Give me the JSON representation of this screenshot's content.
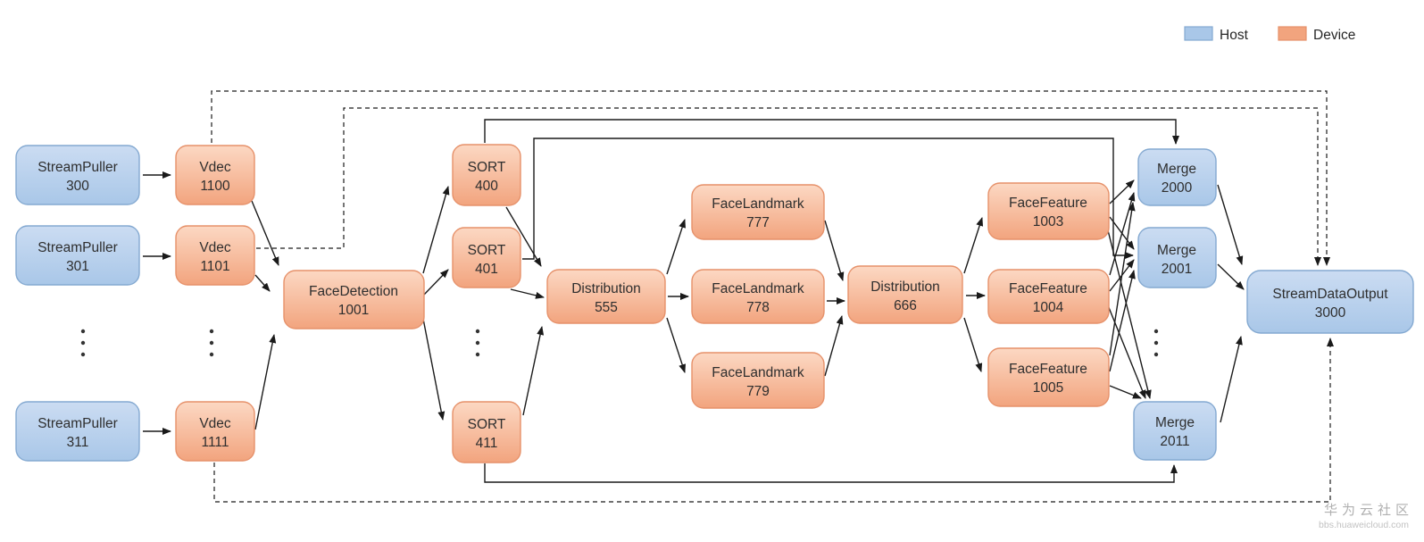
{
  "legend": {
    "host_label": "Host",
    "device_label": "Device"
  },
  "colors": {
    "host_fill": "#a9c7e8",
    "host_fill_light": "#cbdcf2",
    "host_border": "#84a9d1",
    "device_fill": "#f2a47e",
    "device_fill_light": "#fcd8c3",
    "device_border": "#e6916a",
    "text_color": "#2e2e2e",
    "edge_color": "#1a1a1a"
  },
  "watermark": {
    "line1": "华为云社区",
    "line2": "bbs.huaweicloud.com"
  },
  "nodes": {
    "sp300": {
      "name": "StreamPuller",
      "id": "300",
      "type": "host"
    },
    "sp301": {
      "name": "StreamPuller",
      "id": "301",
      "type": "host"
    },
    "sp311": {
      "name": "StreamPuller",
      "id": "311",
      "type": "host"
    },
    "vdec1100": {
      "name": "Vdec",
      "id": "1100",
      "type": "device"
    },
    "vdec1101": {
      "name": "Vdec",
      "id": "1101",
      "type": "device"
    },
    "vdec1111": {
      "name": "Vdec",
      "id": "1111",
      "type": "device"
    },
    "fd1001": {
      "name": "FaceDetection",
      "id": "1001",
      "type": "device"
    },
    "sort400": {
      "name": "SORT",
      "id": "400",
      "type": "device"
    },
    "sort401": {
      "name": "SORT",
      "id": "401",
      "type": "device"
    },
    "sort411": {
      "name": "SORT",
      "id": "411",
      "type": "device"
    },
    "dist555": {
      "name": "Distribution",
      "id": "555",
      "type": "device"
    },
    "fl777": {
      "name": "FaceLandmark",
      "id": "777",
      "type": "device"
    },
    "fl778": {
      "name": "FaceLandmark",
      "id": "778",
      "type": "device"
    },
    "fl779": {
      "name": "FaceLandmark",
      "id": "779",
      "type": "device"
    },
    "dist666": {
      "name": "Distribution",
      "id": "666",
      "type": "device"
    },
    "ff1003": {
      "name": "FaceFeature",
      "id": "1003",
      "type": "device"
    },
    "ff1004": {
      "name": "FaceFeature",
      "id": "1004",
      "type": "device"
    },
    "ff1005": {
      "name": "FaceFeature",
      "id": "1005",
      "type": "device"
    },
    "merge2000": {
      "name": "Merge",
      "id": "2000",
      "type": "host"
    },
    "merge2001": {
      "name": "Merge",
      "id": "2001",
      "type": "host"
    },
    "merge2011": {
      "name": "Merge",
      "id": "2011",
      "type": "host"
    },
    "sdo3000": {
      "name": "StreamDataOutput",
      "id": "3000",
      "type": "host"
    }
  }
}
